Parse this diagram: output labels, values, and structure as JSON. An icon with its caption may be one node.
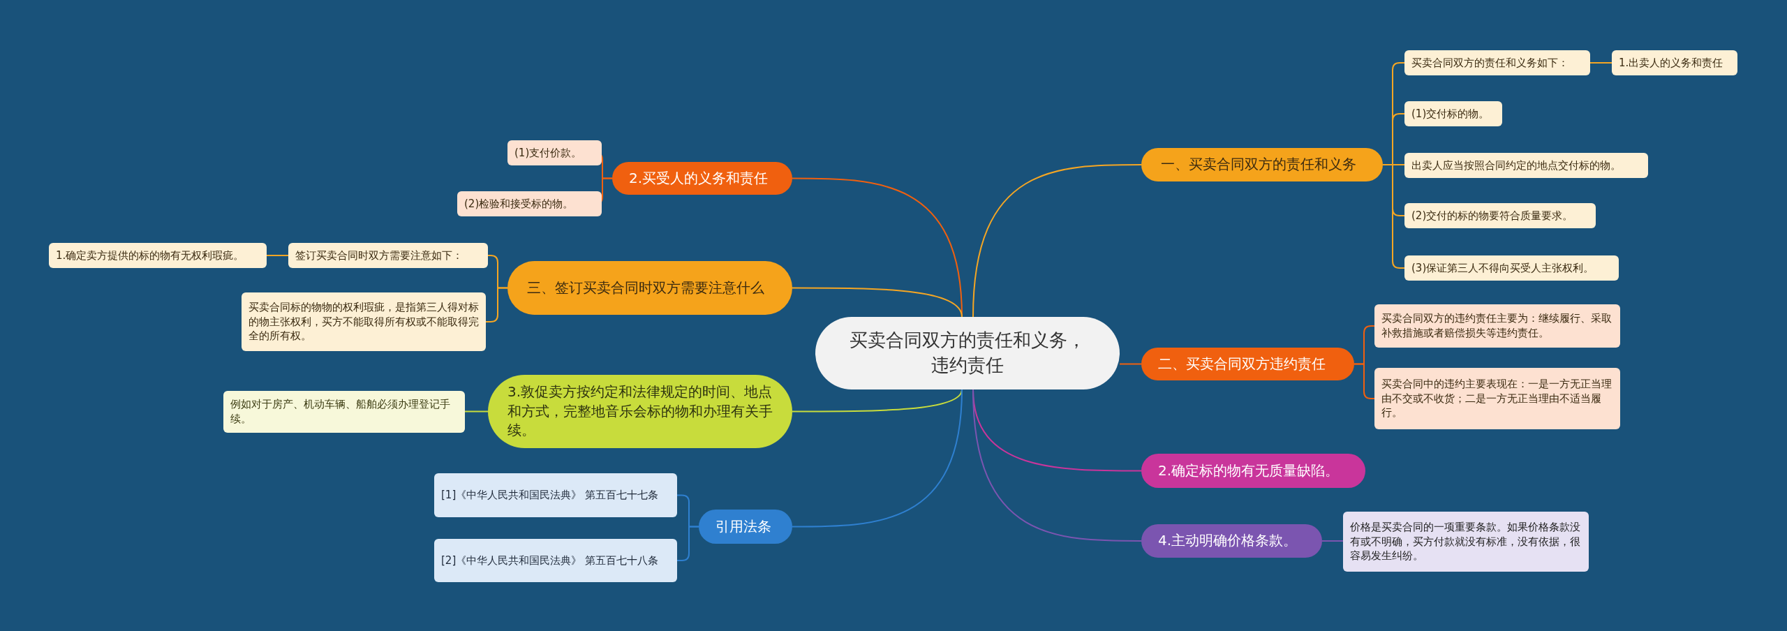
{
  "diagram": {
    "nodes": [
      {
        "text": [
          "买卖合同双方的责任和义务，违约责任"
        ]
      },
      {
        "text": [
          "一、买卖合同双方的责任和义务"
        ]
      },
      {
        "text": [
          "买卖合同双方的责任和义务如下："
        ]
      },
      {
        "text": [
          "1.出卖人的义务和责任"
        ]
      },
      {
        "text": [
          "(1)交付标的物。"
        ]
      },
      {
        "text": [
          "出卖人应当按照合同约定的地点交付标的物。"
        ]
      },
      {
        "text": [
          "(2)交付的标的物要符合质量要求。"
        ]
      },
      {
        "text": [
          "(3)保证第三人不得向买受人主张权利。"
        ]
      },
      {
        "text": [
          "二、买卖合同双方违约责任"
        ]
      },
      {
        "text": [
          "买卖合同双方的违约责任主要为：继续履行、采取补救措施或者赔偿损失等违约责任。"
        ]
      },
      {
        "text": [
          "买卖合同中的违约主要表现在：一是一方无正当理由不交或不收货；二是一方无正当理由不适当履行。"
        ]
      },
      {
        "text": [
          "2.确定标的物有无质量缺陷。"
        ]
      },
      {
        "text": [
          "4.主动明确价格条款。"
        ]
      },
      {
        "text": [
          "价格是买卖合同的一项重要条款。如果价格条款没有或不明确，买方付款就没有标准，没有依据，很容易发生纠纷。"
        ]
      },
      {
        "text": [
          "2.买受人的义务和责任"
        ]
      },
      {
        "text": [
          "(1)支付价款。"
        ]
      },
      {
        "text": [
          "(2)检验和接受标的物。"
        ]
      },
      {
        "text": [
          "三、签订买卖合同时双方需要注意什么"
        ]
      },
      {
        "text": [
          "签订买卖合同时双方需要注意如下："
        ]
      },
      {
        "text": [
          "1.确定卖方提供的标的物有无权利瑕疵。"
        ]
      },
      {
        "text": [
          "买卖合同标的物物的权利瑕疵，是指第三人得对标的物主张权利，买方不能取得所有权或不能取得完全的所有权。"
        ]
      },
      {
        "text": [
          "3.敦促卖方按约定和法律规定的时间、地点和方式，完整地音乐会标的物和办理有关手续。"
        ]
      },
      {
        "text": [
          "例如对于房产、机动车辆、船舶必须办理登记手续。"
        ]
      },
      {
        "text": [
          "引用法条"
        ]
      },
      {
        "text": [
          "[1]《中华人民共和国民法典》 第五百七十七条"
        ]
      },
      {
        "text": [
          "[2]《中华人民共和国民法典》 第五百七十八条"
        ]
      }
    ],
    "edges": [
      {
        "from": 0,
        "to": 1,
        "arrow": "none",
        "color": "#f5a623"
      },
      {
        "from": 1,
        "to": 2,
        "arrow": "none",
        "color": "#f5a623"
      },
      {
        "from": 2,
        "to": 3,
        "arrow": "none",
        "color": "#f5a623"
      },
      {
        "from": 1,
        "to": 4,
        "arrow": "none",
        "color": "#f5a623"
      },
      {
        "from": 1,
        "to": 5,
        "arrow": "none",
        "color": "#f5a623"
      },
      {
        "from": 1,
        "to": 6,
        "arrow": "none",
        "color": "#f5a623"
      },
      {
        "from": 1,
        "to": 7,
        "arrow": "none",
        "color": "#f5a623"
      },
      {
        "from": 0,
        "to": 8,
        "arrow": "none",
        "color": "#f0600f"
      },
      {
        "from": 8,
        "to": 9,
        "arrow": "none",
        "color": "#f0600f"
      },
      {
        "from": 8,
        "to": 10,
        "arrow": "none",
        "color": "#f0600f"
      },
      {
        "from": 0,
        "to": 11,
        "arrow": "none",
        "color": "#c9359b"
      },
      {
        "from": 0,
        "to": 12,
        "arrow": "none",
        "color": "#7b55b0"
      },
      {
        "from": 12,
        "to": 13,
        "arrow": "none",
        "color": "#7b55b0"
      },
      {
        "from": 0,
        "to": 14,
        "arrow": "none",
        "color": "#f0600f"
      },
      {
        "from": 14,
        "to": 15,
        "arrow": "none",
        "color": "#f0600f"
      },
      {
        "from": 14,
        "to": 16,
        "arrow": "none",
        "color": "#f0600f"
      },
      {
        "from": 0,
        "to": 17,
        "arrow": "none",
        "color": "#f5a623"
      },
      {
        "from": 17,
        "to": 18,
        "arrow": "none",
        "color": "#f5a623"
      },
      {
        "from": 18,
        "to": 19,
        "arrow": "none",
        "color": "#f5a623"
      },
      {
        "from": 17,
        "to": 20,
        "arrow": "none",
        "color": "#f5a623"
      },
      {
        "from": 0,
        "to": 21,
        "arrow": "none",
        "color": "#c8dc3c"
      },
      {
        "from": 21,
        "to": 22,
        "arrow": "none",
        "color": "#c8dc3c"
      },
      {
        "from": 0,
        "to": 23,
        "arrow": "none",
        "color": "#2f80d0"
      },
      {
        "from": 23,
        "to": 24,
        "arrow": "none",
        "color": "#2f80d0"
      },
      {
        "from": 23,
        "to": 25,
        "arrow": "none",
        "color": "#2f80d0"
      }
    ]
  }
}
